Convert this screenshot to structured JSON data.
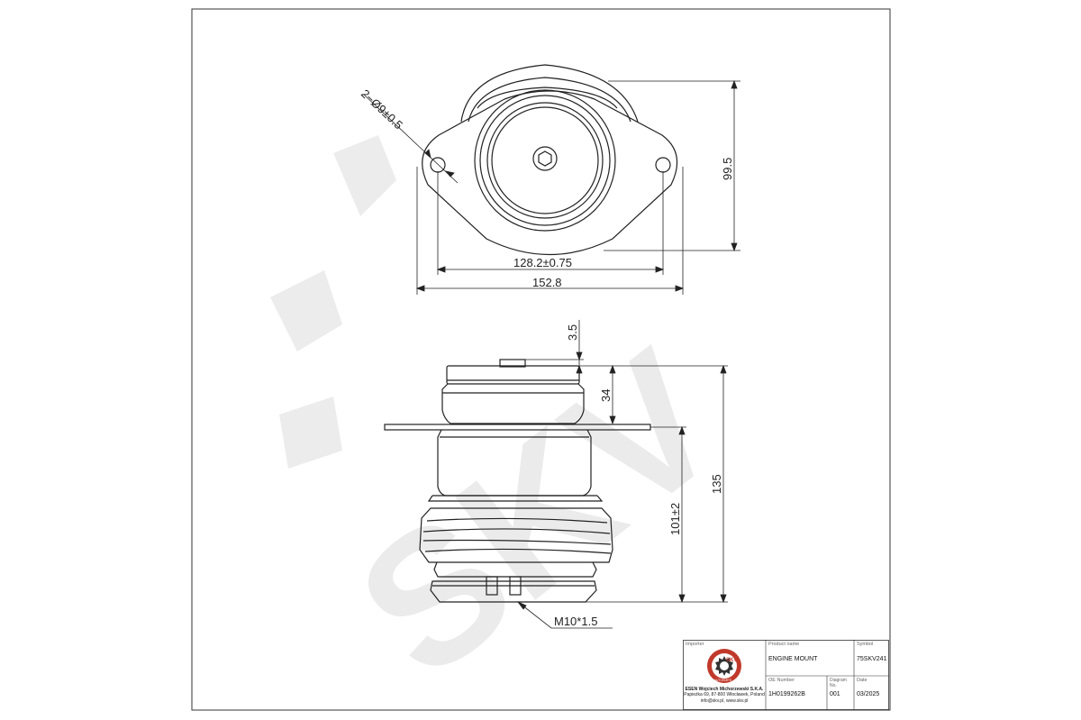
{
  "dimensions": {
    "hole_callout": "2−Ø9±0.5",
    "height_top_view": "99.5",
    "hole_spacing": "128.2±0.75",
    "overall_width": "152.8",
    "stud_height": "3.5",
    "upper_height": "34",
    "total_height": "135",
    "lower_height": "101±2",
    "thread": "M10*1.5"
  },
  "watermark": {
    "text": "SKV",
    "color": "#e6e6e6"
  },
  "title_block": {
    "importer_label": "Importer",
    "company_name": "ESEN Wojciech Michorzewski S.K.A.",
    "company_address": "Papieżka 69, 87-800 Włocławek, Poland",
    "company_contact": "info@skv.pl, www.skv.pl",
    "logo_text": "SKV",
    "logo_ring_text": "AUTOPARTS",
    "product_name_label": "Product name",
    "product_name": "ENGINE MOUNT",
    "symbol_label": "Symbol",
    "symbol": "75SKV241",
    "oe_number_label": "OE Number",
    "oe_number": "1H0199262B",
    "diagram_no_label": "Diagram No.",
    "diagram_no": "001",
    "date_label": "Date",
    "date": "03/2025"
  }
}
